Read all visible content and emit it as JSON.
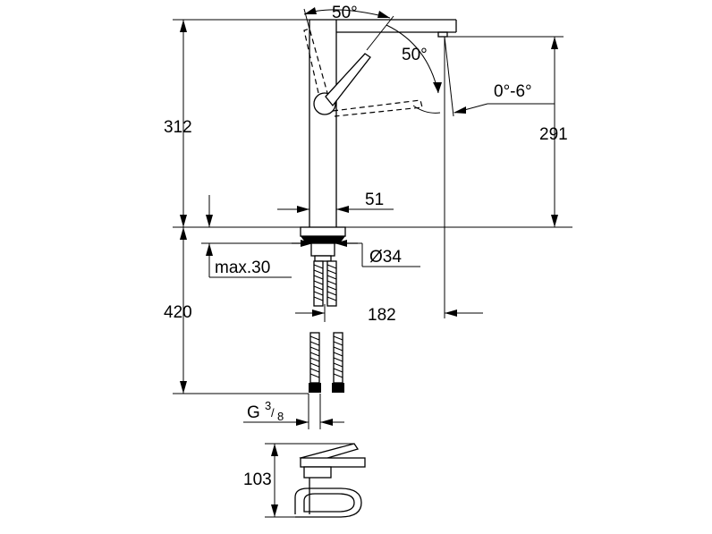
{
  "dimensions": {
    "height_total": "312",
    "spout_height": "291",
    "base_width": "51",
    "hole_diameter": "Ø34",
    "max_thickness": "max.30",
    "hose_length": "420",
    "reach": "182",
    "thread_prefix": "G",
    "thread_numerator": "3",
    "thread_denominator": "8",
    "angle_top": "50°",
    "angle_right": "50°",
    "tilt_range": "0°-6°",
    "handle_height": "103"
  }
}
